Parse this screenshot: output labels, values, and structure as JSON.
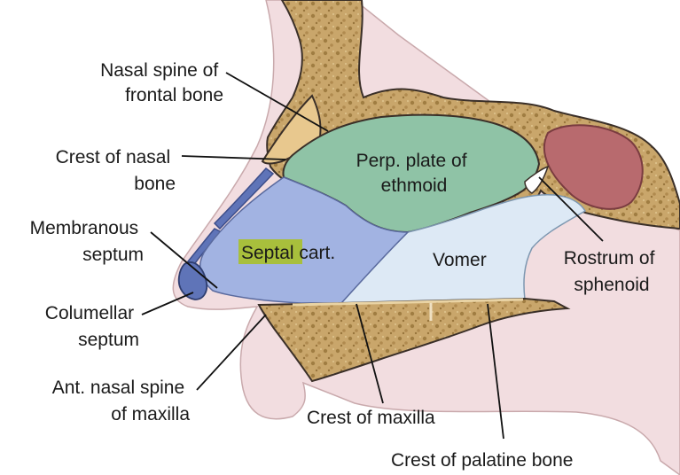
{
  "labels": {
    "nasal_spine_frontal": [
      "Nasal spine of",
      "frontal bone"
    ],
    "crest_nasal_bone": [
      "Crest of nasal",
      "bone"
    ],
    "membranous_septum": [
      "Membranous",
      "septum"
    ],
    "columellar_septum": [
      "Columellar",
      "septum"
    ],
    "ant_nasal_spine": [
      "Ant. nasal spine",
      "of maxilla"
    ],
    "perp_plate": [
      "Perp. plate of",
      "ethmoid"
    ],
    "septal_highlight": "Septal",
    "septal_rest": " cart.",
    "vomer": "Vomer",
    "rostrum": [
      "Rostrum of",
      "sphenoid"
    ],
    "crest_maxilla": "Crest of maxilla",
    "crest_palatine": "Crest of palatine bone"
  },
  "colors": {
    "skin": "#f2dde0",
    "bone": "#c9a66b",
    "bone_dots": "#a07d42",
    "ethmoid": "#8fc3a6",
    "septal_cartilage": "#a2b3e2",
    "vomer": "#dde9f5",
    "sphenoid_sinus": "#b86a6e",
    "highlight": "#a8bf3c",
    "columella_blue": "#5f74b8"
  }
}
